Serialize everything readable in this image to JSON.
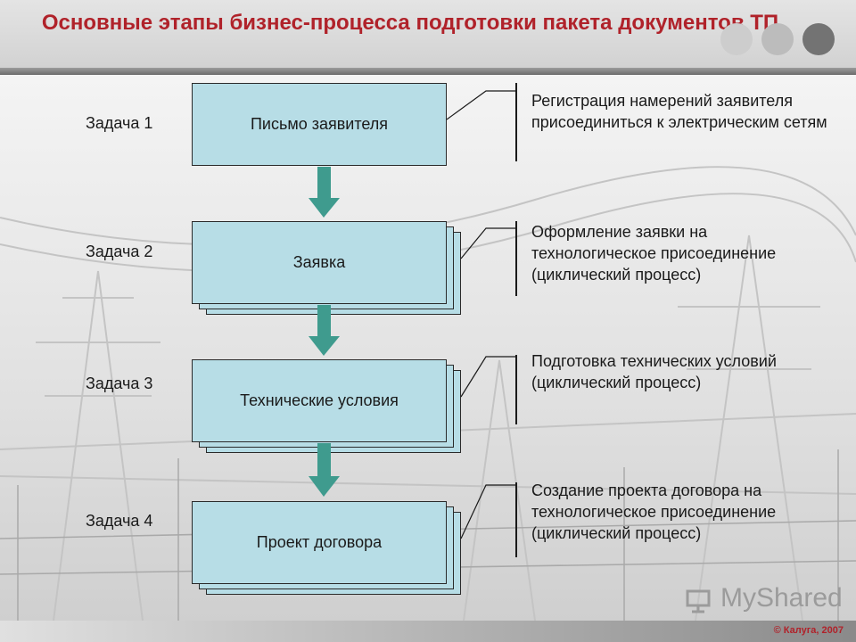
{
  "title": "Основные этапы бизнес-процесса подготовки пакета документов ТП",
  "steps": [
    {
      "task": "Задача 1",
      "box": "Письмо заявителя",
      "description": "Регистрация намерений заявителя присоединиться к электрическим сетям"
    },
    {
      "task": "Задача 2",
      "box": "Заявка",
      "description": "Оформление заявки на технологическое присоединение (циклический процесс)"
    },
    {
      "task": "Задача 3",
      "box": "Технические условия",
      "description": "Подготовка технических условий (циклический процесс)"
    },
    {
      "task": "Задача 4",
      "box": "Проект договора",
      "description": "Создание проекта договора на технологическое присоединение (циклический процесс)"
    }
  ],
  "footer": "© Калуга, 2007",
  "watermark": "MyShared",
  "colors": {
    "title": "#b0222a",
    "box": "#b7dde6",
    "arrow": "#3f9b8e"
  }
}
